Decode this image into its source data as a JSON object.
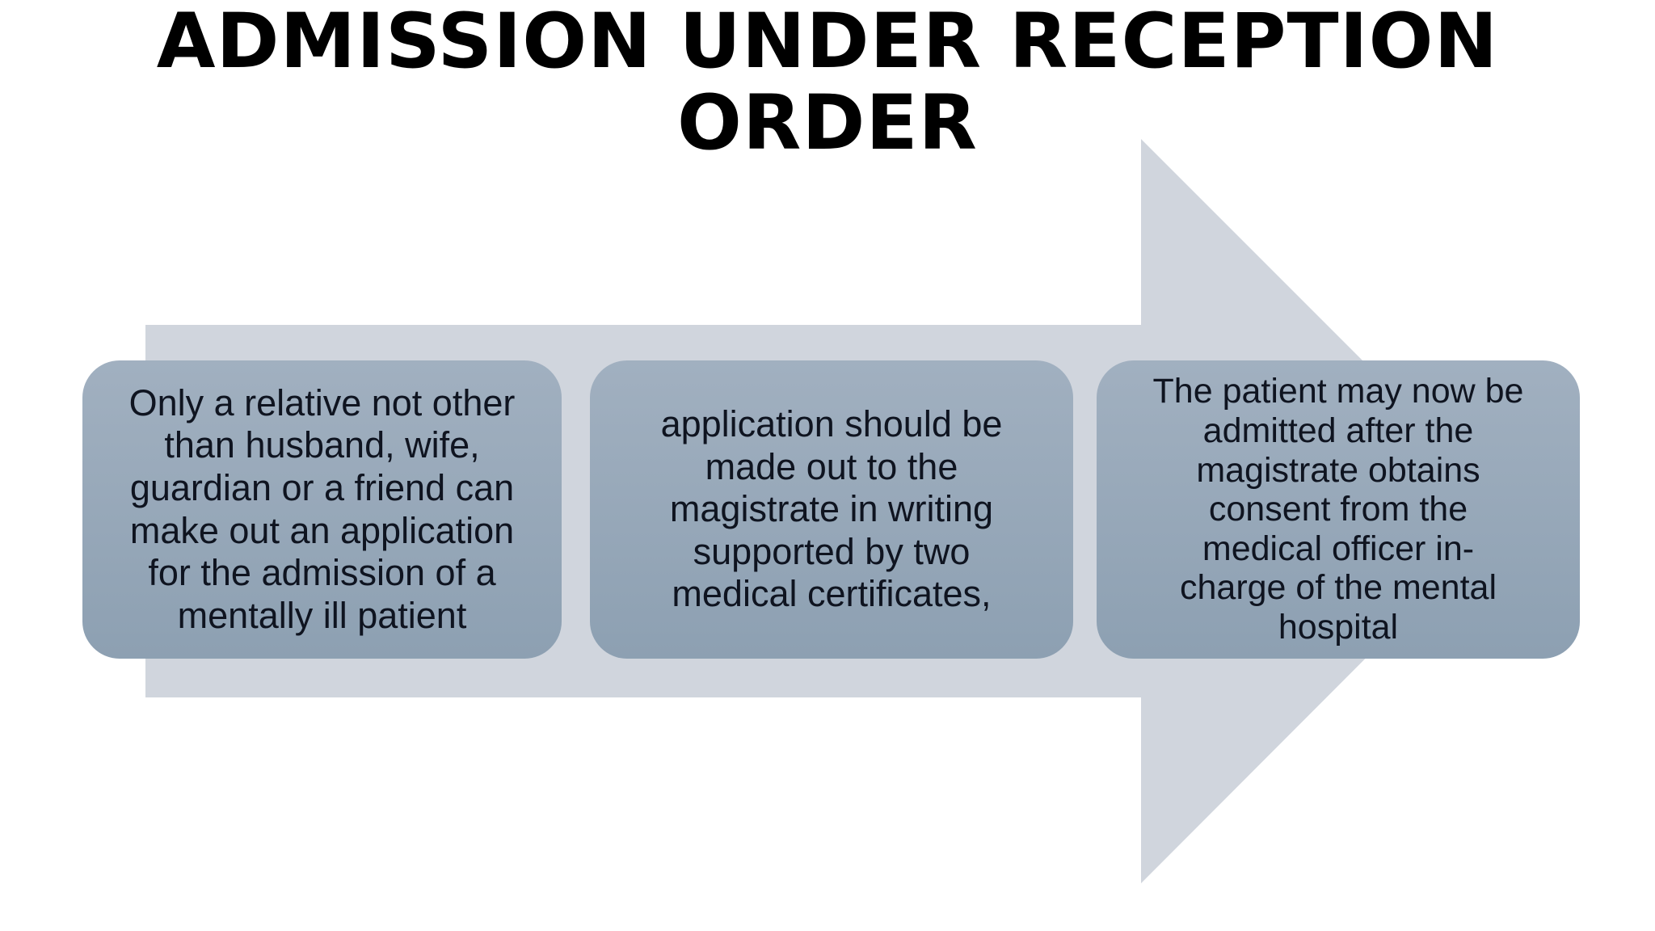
{
  "title": {
    "lines": [
      "ADMISSION UNDER RECEPTION",
      "ORDER"
    ]
  },
  "diagram": {
    "type": "process-arrow",
    "direction": "right",
    "colors": {
      "background": "#ffffff",
      "arrow_fill": "#d0d5dd",
      "box_fill_top": "#a1b0c0",
      "box_fill_bottom": "#8da0b2",
      "box_text": "#0f1420",
      "title_text": "#000000"
    },
    "steps": [
      {
        "lines": [
          "Only a relative not other",
          "than husband, wife,",
          "guardian or a friend can",
          "make out an application",
          "for the admission of a",
          "mentally ill patient"
        ]
      },
      {
        "lines": [
          "application should be",
          "made out to the",
          "magistrate in writing",
          "supported by two",
          "medical certificates,"
        ]
      },
      {
        "lines": [
          "The patient may now be",
          "admitted after the",
          "magistrate obtains",
          "consent from the",
          "medical officer in-",
          "charge of the mental",
          "hospital"
        ]
      }
    ]
  }
}
